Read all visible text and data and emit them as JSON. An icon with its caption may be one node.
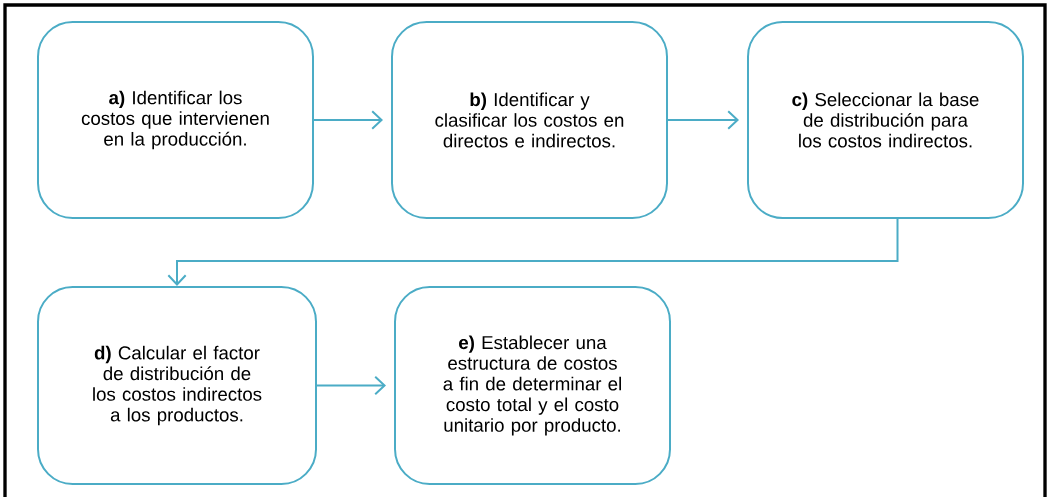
{
  "diagram": {
    "nodes": [
      {
        "text": [
          "**a)** Identificar los costos que intervienen en la producción."
        ]
      },
      {
        "text": [
          "**b)** Identificar y clasificar los costos en directos e indirectos."
        ]
      },
      {
        "text": [
          "**c)** Seleccionar la base de distribución para los costos indirectos."
        ]
      },
      {
        "text": [
          "**d)** Calcular el factor de distribución de los costos indirectos a los productos."
        ]
      },
      {
        "text": [
          "**e)** Establecer una estructura de costos a fin de determinar el costo total y el costo unitario por producto."
        ]
      }
    ],
    "edges": [
      {
        "from": 0,
        "to": 1,
        "arrow": "to"
      },
      {
        "from": 1,
        "to": 2,
        "arrow": "to"
      },
      {
        "from": 2,
        "to": 3,
        "arrow": "to"
      },
      {
        "from": 3,
        "to": 4,
        "arrow": "to"
      }
    ]
  }
}
